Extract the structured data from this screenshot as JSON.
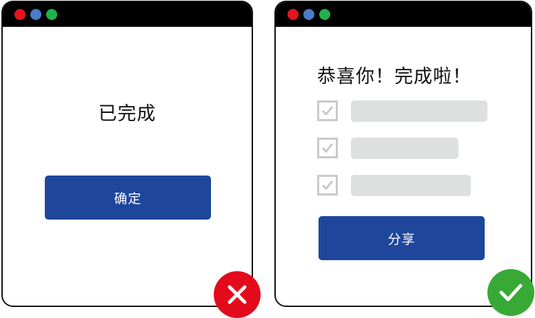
{
  "colors": {
    "dot_red": "#e8141b",
    "dot_blue": "#4a7cc7",
    "dot_green": "#22b24b",
    "button_blue": "#1e479c",
    "wrong_badge": "#e30a1c",
    "right_badge": "#39a935"
  },
  "left_window": {
    "window_controls": [
      "close-dot",
      "minimize-dot",
      "maximize-dot"
    ],
    "message": "已完成",
    "confirm_button": "确定",
    "verdict_icon": "x-mark-icon"
  },
  "right_window": {
    "window_controls": [
      "close-dot",
      "minimize-dot",
      "maximize-dot"
    ],
    "heading": "恭喜你！完成啦！",
    "checklist": [
      {
        "checked": true
      },
      {
        "checked": true
      },
      {
        "checked": true
      }
    ],
    "share_button": "分享",
    "verdict_icon": "checkmark-icon"
  }
}
